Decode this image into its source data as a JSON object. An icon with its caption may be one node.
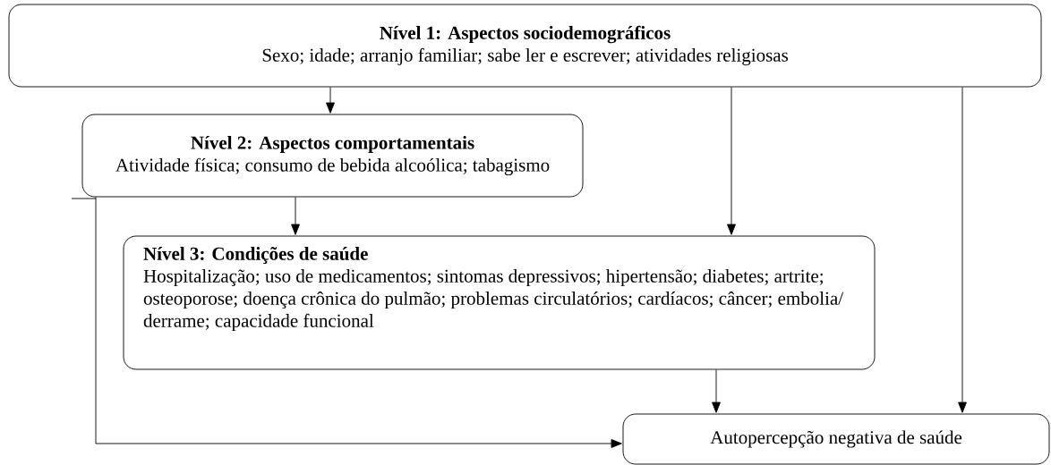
{
  "diagram": {
    "nodes": [
      {
        "text": [
          "Nível 1: Aspectos sociodemográficos",
          "Sexo; idade; arranjo familiar; sabe ler e escrever; atividades religiosas"
        ]
      },
      {
        "text": [
          "Nível 2: Aspectos comportamentais",
          "Atividade física; consumo de bebida alcoólica; tabagismo"
        ]
      },
      {
        "text": [
          "Nível 3: Condições de saúde",
          "Hospitalização; uso de medicamentos; sintomas depressivos; hipertensão; diabetes; artrite; osteoporose; doença crônica do pulmão; problemas circulatórios; cardíacos; câncer; embolia/ derrame; capacidade funcional"
        ]
      },
      {
        "text": [
          "Autopercepção negativa de saúde"
        ]
      }
    ],
    "edges": [
      {
        "from": 0,
        "to": 1,
        "arrow": "to"
      },
      {
        "from": 0,
        "to": 2,
        "arrow": "to"
      },
      {
        "from": 0,
        "to": 3,
        "arrow": "to"
      },
      {
        "from": 1,
        "to": 2,
        "arrow": "to"
      },
      {
        "from": 1,
        "to": 3,
        "arrow": "to"
      },
      {
        "from": 2,
        "to": 3,
        "arrow": "to"
      }
    ]
  }
}
